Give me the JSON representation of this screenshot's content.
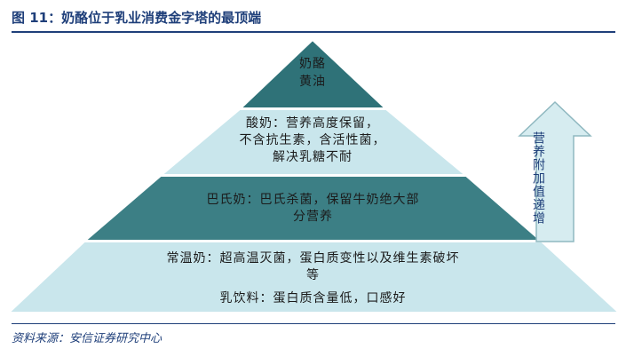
{
  "figure": {
    "title": "图 11：奶酪位于乳业消费金字塔的最顶端",
    "source": "资料来源：安信证券研究中心"
  },
  "pyramid": {
    "tiers": [
      {
        "lines": [
          "奶酪",
          "黄油"
        ],
        "fill": "#2f7278"
      },
      {
        "lines": [
          "酸奶：营养高度保留，",
          "不含抗生素，含活性菌，",
          "解决乳糖不耐"
        ],
        "fill": "#c9e6ec"
      },
      {
        "lines": [
          "巴氏奶：巴氏杀菌，保留牛奶绝大部",
          "分营养"
        ],
        "fill": "#3c7f85"
      },
      {
        "lines": [
          "常温奶：超高温灭菌，蛋白质变性以及维生素破坏",
          "等",
          "乳饮料：蛋白质含量低，口感好"
        ],
        "fill": "#c9e6ec"
      }
    ]
  },
  "arrow": {
    "label": "营养附加值递增",
    "fill": "#d6ecf0",
    "stroke": "#8fb8c0"
  }
}
